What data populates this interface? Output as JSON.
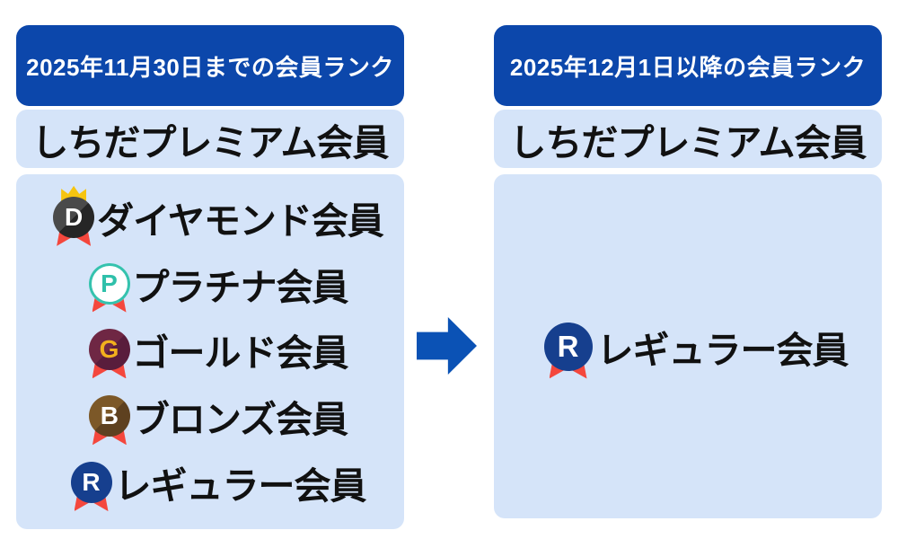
{
  "colors": {
    "page_bg": "#ffffff",
    "header_bg": "#0c47ab",
    "header_text": "#ffffff",
    "panel_bg": "#d5e4f9",
    "text": "#111111",
    "arrow": "#0b52b5",
    "ribbon": "#f4473d",
    "crown": "#f6c410"
  },
  "left_panel": {
    "header": "2025年11月30日までの会員ランク",
    "premium_label": "しちだプレミアム会員",
    "ranks": [
      {
        "id": "diamond",
        "label": "ダイヤモンド会員",
        "letter": "D",
        "circle_color": "#262626",
        "circle_color2": "#4a4a4a",
        "letter_color": "#ffffff",
        "has_crown": true
      },
      {
        "id": "platinum",
        "label": "プラチナ会員",
        "letter": "P",
        "circle_color": "#ffffff",
        "letter_color": "#2fc0aa",
        "ring_color": "#35c2ae"
      },
      {
        "id": "gold",
        "label": "ゴールド会員",
        "letter": "G",
        "circle_color": "#591d3c",
        "circle_color2": "#6f2744",
        "letter_color": "#f2b01d"
      },
      {
        "id": "bronze",
        "label": "ブロンズ会員",
        "letter": "B",
        "circle_color": "#5e4120",
        "circle_color2": "#7c5828",
        "letter_color": "#ffffff"
      },
      {
        "id": "regular",
        "label": "レギュラー会員",
        "letter": "R",
        "circle_color": "#163f8e",
        "letter_color": "#ffffff"
      }
    ]
  },
  "right_panel": {
    "header": "2025年12月1日以降の会員ランク",
    "premium_label": "しちだプレミアム会員",
    "ranks": [
      {
        "id": "regular",
        "label": "レギュラー会員",
        "letter": "R",
        "circle_color": "#163f8e",
        "letter_color": "#ffffff"
      }
    ]
  }
}
